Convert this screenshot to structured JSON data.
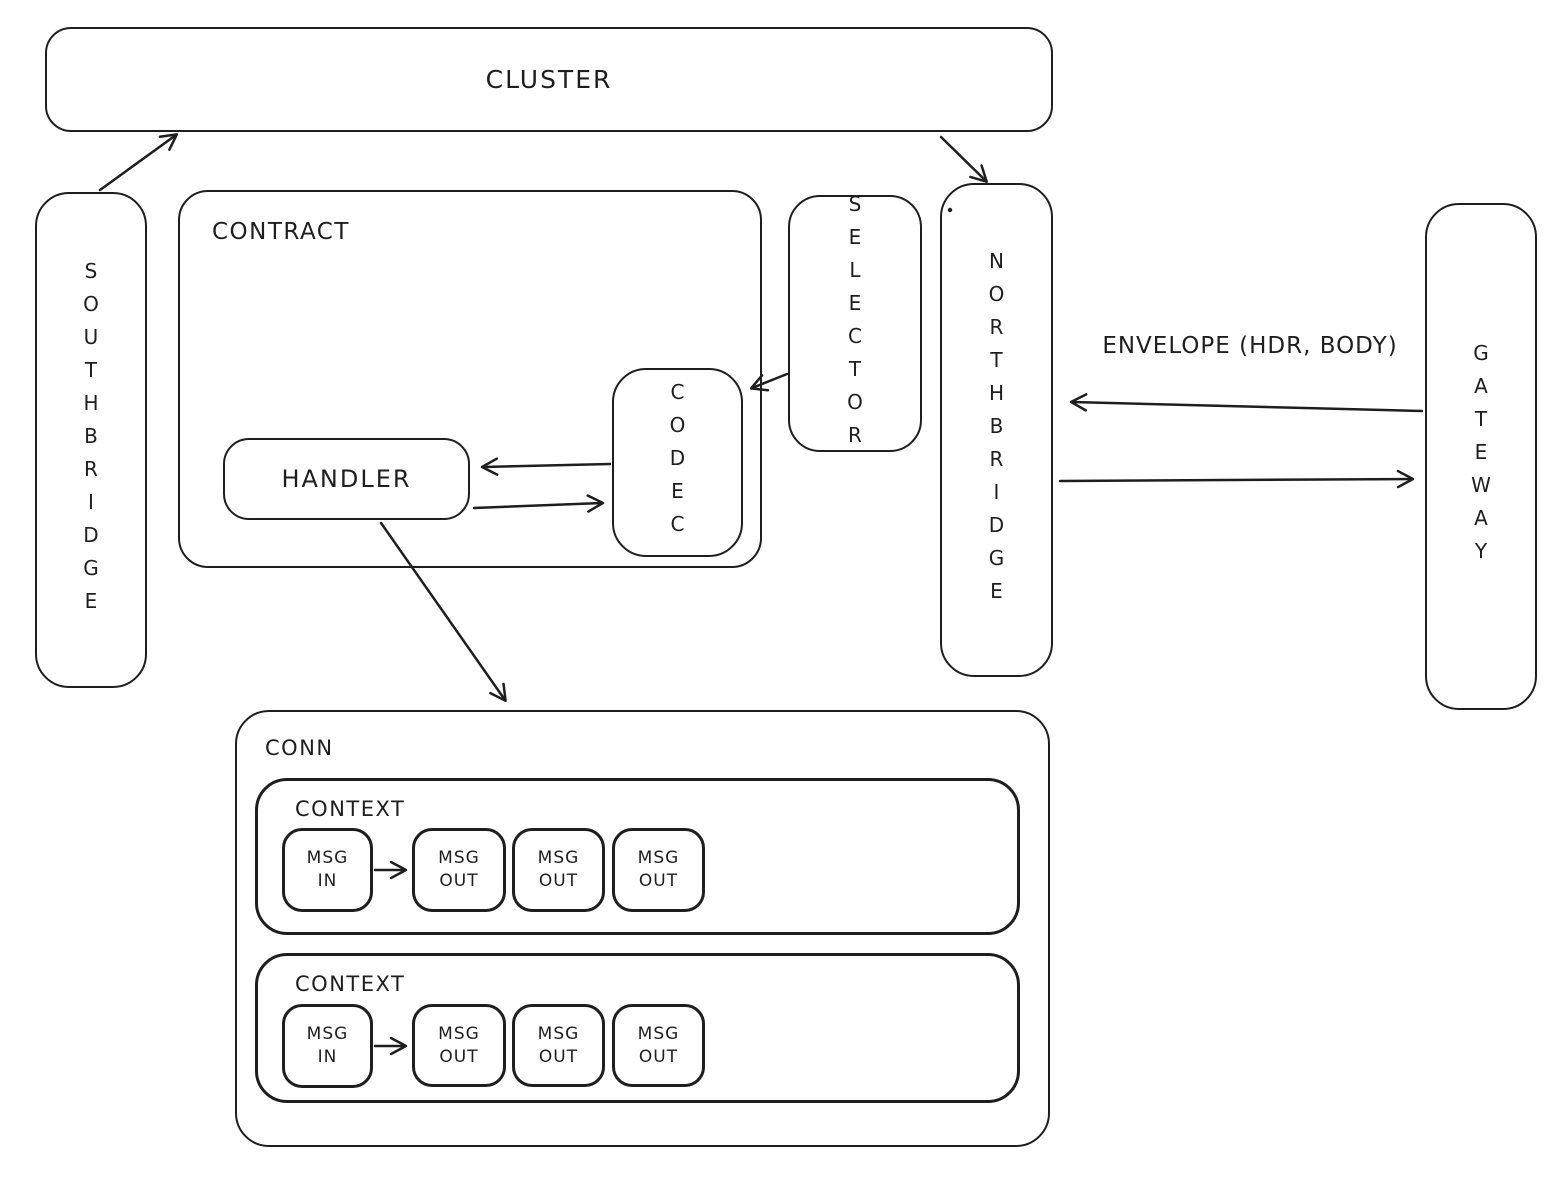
{
  "diagram": {
    "labels": {
      "cluster": "CLUSTER",
      "southbridge": "SOUTHBRIDGE",
      "contract": "CONTRACT",
      "selector": "SELECTOR",
      "northbridge": "NORTHBRIDGE",
      "gateway": "GATEWAY",
      "codec": "CODEC",
      "handler": "HANDLER",
      "conn": "CONN",
      "context": "CONTEXT",
      "msg": "MSG",
      "msg_in": "IN",
      "msg_out": "OUT",
      "envelope": "ENVELOPE (HDR, BODY)"
    },
    "edges": [
      {
        "from": "southbridge",
        "to": "cluster"
      },
      {
        "from": "cluster",
        "to": "northbridge"
      },
      {
        "from": "selector",
        "to": "codec"
      },
      {
        "from": "codec",
        "to": "handler"
      },
      {
        "from": "handler",
        "to": "codec"
      },
      {
        "from": "handler",
        "to": "conn"
      },
      {
        "from": "gateway",
        "to": "northbridge",
        "label": "ENVELOPE (HDR, BODY)"
      },
      {
        "from": "northbridge",
        "to": "gateway"
      },
      {
        "from": "msg-in",
        "to": "msg-out",
        "context": 1
      },
      {
        "from": "msg-in",
        "to": "msg-out",
        "context": 2
      }
    ],
    "colors": {
      "stroke": "#1e1e1e",
      "background": "#ffffff"
    }
  }
}
